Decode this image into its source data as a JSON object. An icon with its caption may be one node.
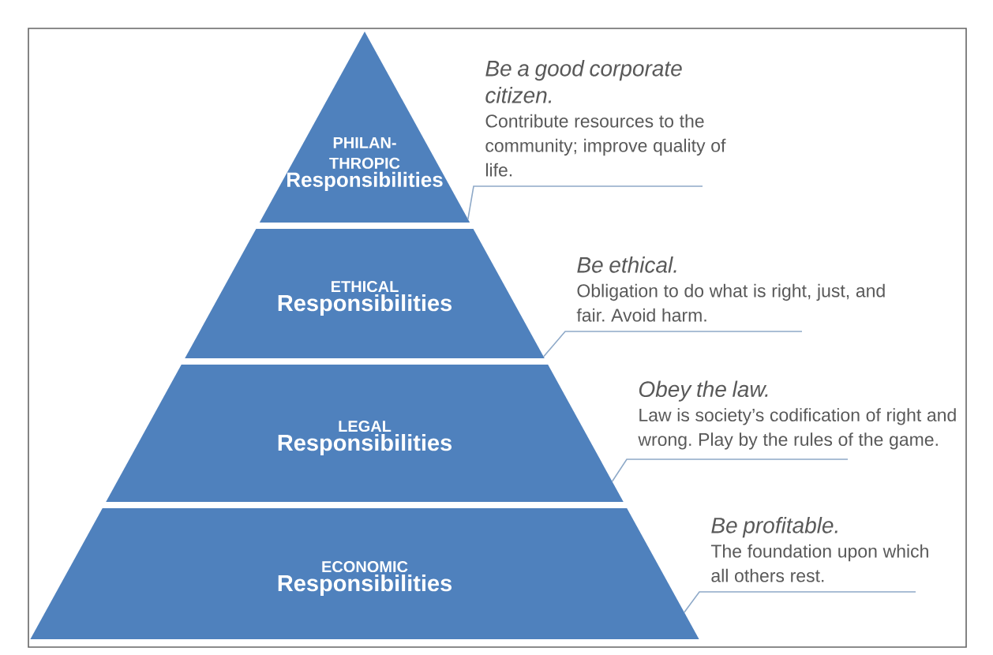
{
  "diagram": {
    "nodes": [
      {
        "text": [
          "PHILAN- THROPIC",
          "Responsibilities"
        ]
      },
      {
        "text": [
          "ETHICAL",
          "Responsibilities"
        ]
      },
      {
        "text": [
          "LEGAL",
          "Responsibilities"
        ]
      },
      {
        "text": [
          "ECONOMIC",
          "Responsibilities"
        ]
      },
      {
        "text": [
          "Be a good corporate citizen.",
          "Contribute resources to the community; improve quality of life."
        ]
      },
      {
        "text": [
          "Be ethical.",
          "Obligation to do what is right, just, and fair. Avoid harm."
        ]
      },
      {
        "text": [
          "Obey the law.",
          "Law is society’s codification of right and wrong. Play by the rules of the game."
        ]
      },
      {
        "text": [
          "Be profitable.",
          "The foundation upon which all others rest."
        ]
      }
    ],
    "edges": [
      {
        "from": 4,
        "to": 0,
        "arrow": "none"
      },
      {
        "from": 5,
        "to": 1,
        "arrow": "none"
      },
      {
        "from": 6,
        "to": 2,
        "arrow": "none"
      },
      {
        "from": 7,
        "to": 3,
        "arrow": "none"
      }
    ]
  }
}
